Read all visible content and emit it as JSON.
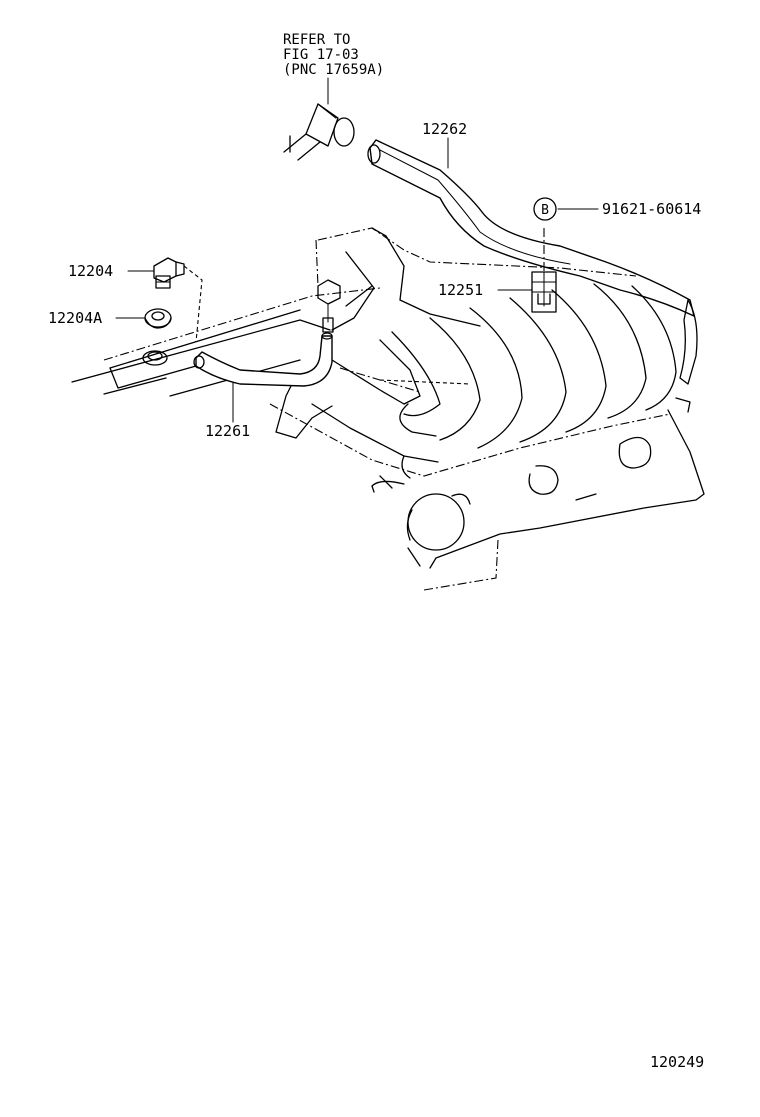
{
  "diagram": {
    "reference_note": [
      "REFER TO",
      "FIG 17-03",
      "(PNC 17659A)"
    ],
    "callouts": {
      "hose_upper": "12262",
      "bolt": "91621-60614",
      "bolt_marker": "B",
      "valve": "12204",
      "grommet": "12204A",
      "clamp": "12251",
      "hose_lower": "12261"
    },
    "figure_number": "120249"
  }
}
